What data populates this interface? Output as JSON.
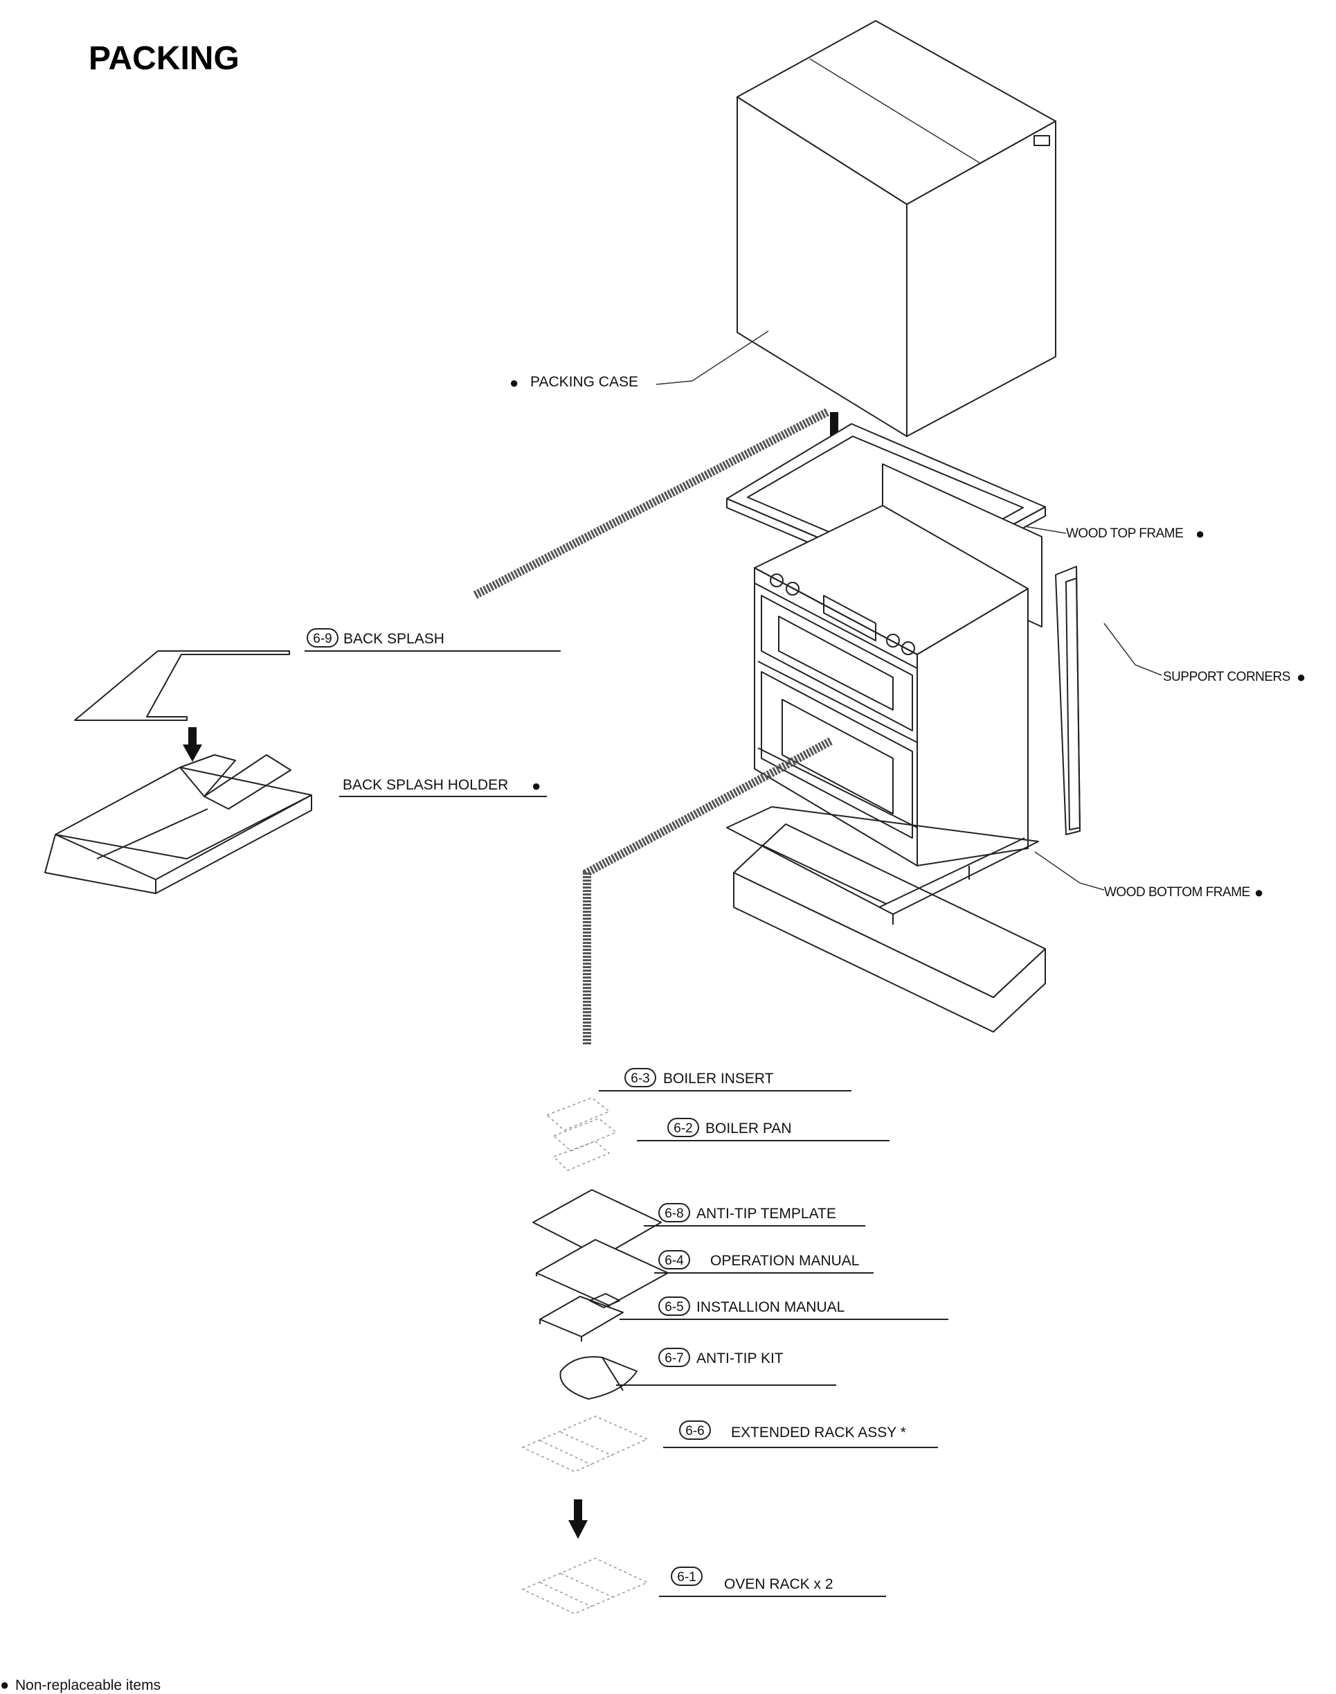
{
  "title": "PACKING",
  "bullet_glyph": "●",
  "footnote": "Non-replaceable items",
  "labels": {
    "packing_case": "PACKING CASE",
    "wood_top_frame": "WOOD TOP FRAME",
    "support_corners": "SUPPORT CORNERS",
    "wood_bottom_frame": "WOOD BOTTOM FRAME",
    "back_splash_holder": "BACK SPLASH HOLDER"
  },
  "parts": [
    {
      "code": "6-9",
      "name": "BACK SPLASH"
    },
    {
      "code": "6-3",
      "name": "BOILER INSERT"
    },
    {
      "code": "6-2",
      "name": "BOILER PAN"
    },
    {
      "code": "6-8",
      "name": "ANTI-TIP TEMPLATE"
    },
    {
      "code": "6-4",
      "name": "OPERATION MANUAL"
    },
    {
      "code": "6-5",
      "name": "INSTALLION MANUAL"
    },
    {
      "code": "6-7",
      "name": "ANTI-TIP KIT"
    },
    {
      "code": "6-6",
      "name": "EXTENDED RACK ASSY *"
    },
    {
      "code": "6-1",
      "name": "OVEN RACK x 2"
    }
  ]
}
